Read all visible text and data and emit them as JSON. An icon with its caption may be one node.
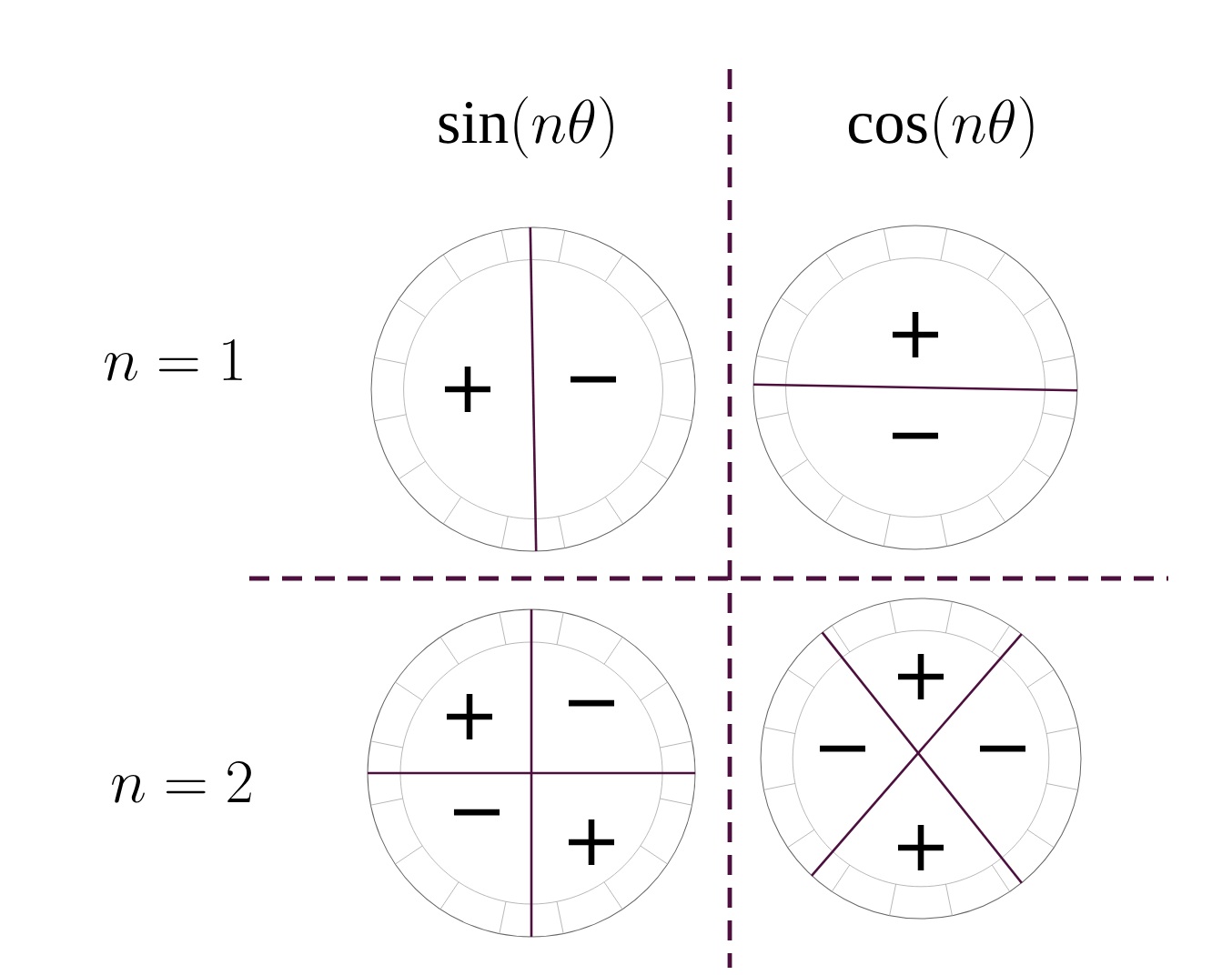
{
  "diagram": {
    "nodes": [
      {
        "text": [
          "+",
          "−"
        ]
      },
      {
        "text": [
          "+",
          "−"
        ]
      },
      {
        "text": [
          "+",
          "−",
          "−",
          "+"
        ]
      },
      {
        "text": [
          "+",
          "−",
          "−",
          "+"
        ]
      }
    ],
    "labels": [
      "\\sin(n\\theta)",
      "\\cos(n\\theta)",
      "n=1",
      "n=2"
    ]
  }
}
